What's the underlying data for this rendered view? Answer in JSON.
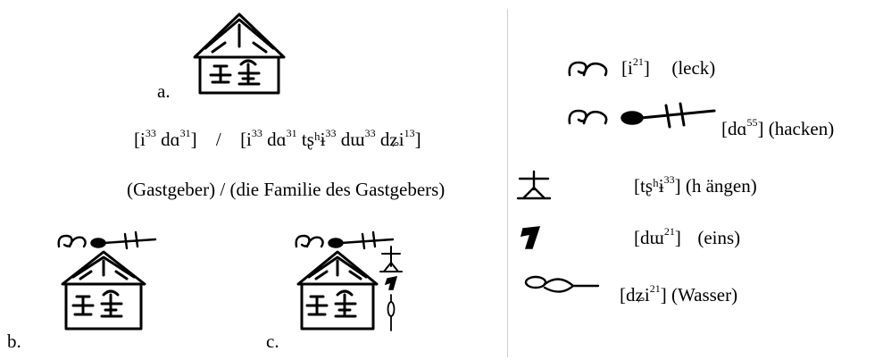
{
  "left": {
    "label_a": "a.",
    "label_b": "b.",
    "label_c": "c.",
    "reading_1": {
      "base": "[i",
      "s1": "33",
      "mid": " dɑ",
      "s2": "31",
      "end": "]"
    },
    "separator": "/",
    "reading_2": {
      "p1": "[i",
      "s1": "33",
      "p2": " dɑ",
      "s2": "31",
      "p3": " tʂʰɨ",
      "s3": "33",
      "p4": " dɯ",
      "s4": "33",
      "p5": " dʑi",
      "s5": "13",
      "p6": "]"
    },
    "gloss": "(Gastgeber) / (die Familie des Gastgebers)"
  },
  "right": {
    "rows": [
      {
        "icon": "leak-glyph-icon",
        "text": "[i",
        "sup": "21",
        "after": "]",
        "gloss": "(leck)"
      },
      {
        "icon": "chop-glyph-icon",
        "text": "[dɑ",
        "sup": "55",
        "after": "]",
        "gloss": "(hacken)"
      },
      {
        "icon": "hang-glyph-icon",
        "text": "[tʂʰɨ",
        "sup": "33",
        "after": "]",
        "gloss": "(h ängen)"
      },
      {
        "icon": "one-glyph-icon",
        "text": "[dɯ",
        "sup": "21",
        "after": "]",
        "gloss": "(eins)"
      },
      {
        "icon": "water-glyph-icon",
        "text": "[dʑi",
        "sup": "21",
        "after": "]",
        "gloss": "(Wasser)"
      }
    ]
  }
}
